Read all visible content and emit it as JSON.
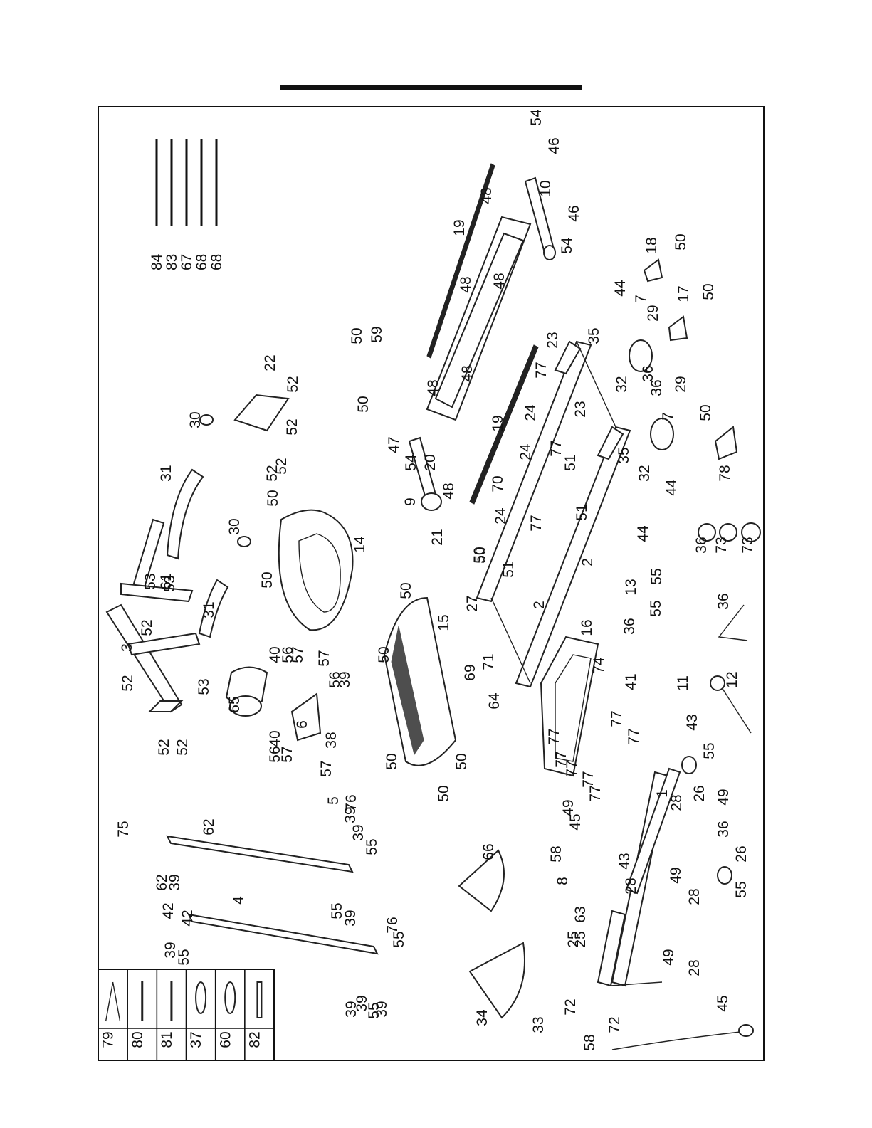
{
  "legend": {
    "items": [
      {
        "label": "79",
        "glyph": "cable-y"
      },
      {
        "label": "80",
        "glyph": "wire-straight"
      },
      {
        "label": "81",
        "glyph": "wire-straight"
      },
      {
        "label": "37",
        "glyph": "clip-oval"
      },
      {
        "label": "60",
        "glyph": "clip-oval"
      },
      {
        "label": "82",
        "glyph": "wire-short"
      }
    ]
  },
  "wire_group": [
    "84",
    "83",
    "67",
    "68",
    "68"
  ],
  "callouts": [
    "54",
    "46",
    "10",
    "46",
    "54",
    "19",
    "48",
    "48",
    "48",
    "48",
    "48",
    "18",
    "50",
    "17",
    "50",
    "44",
    "7",
    "29",
    "36",
    "36",
    "29",
    "7",
    "50",
    "32",
    "32",
    "78",
    "44",
    "22",
    "52",
    "52",
    "52",
    "52",
    "30",
    "31",
    "59",
    "50",
    "50",
    "35",
    "23",
    "77",
    "23",
    "77",
    "35",
    "51",
    "24",
    "51",
    "24",
    "19",
    "70",
    "20",
    "48",
    "47",
    "54",
    "9",
    "21",
    "50",
    "14",
    "50",
    "50",
    "30",
    "31",
    "3",
    "52",
    "53",
    "61",
    "52",
    "53",
    "53",
    "52",
    "52",
    "65",
    "40",
    "56",
    "57",
    "57",
    "56",
    "39",
    "40",
    "56",
    "57",
    "6",
    "57",
    "38",
    "15",
    "50",
    "50",
    "50",
    "50",
    "50",
    "27",
    "69",
    "71",
    "64",
    "2",
    "24",
    "51",
    "77",
    "2",
    "50",
    "44",
    "13",
    "55",
    "36",
    "41",
    "55",
    "36",
    "12",
    "11",
    "43",
    "55",
    "26",
    "36",
    "73",
    "73",
    "74",
    "16",
    "77",
    "77",
    "77",
    "77",
    "77",
    "77",
    "77",
    "1",
    "28",
    "49",
    "36",
    "26",
    "55",
    "43",
    "28",
    "49",
    "28",
    "49",
    "28",
    "49",
    "45",
    "58",
    "8",
    "63",
    "25",
    "25",
    "72",
    "72",
    "58",
    "45",
    "66",
    "34",
    "33",
    "75",
    "62",
    "5",
    "39",
    "76",
    "39",
    "55",
    "62",
    "39",
    "55",
    "39",
    "42",
    "42",
    "4",
    "39",
    "55",
    "76",
    "55",
    "39",
    "55",
    "39",
    "39"
  ]
}
